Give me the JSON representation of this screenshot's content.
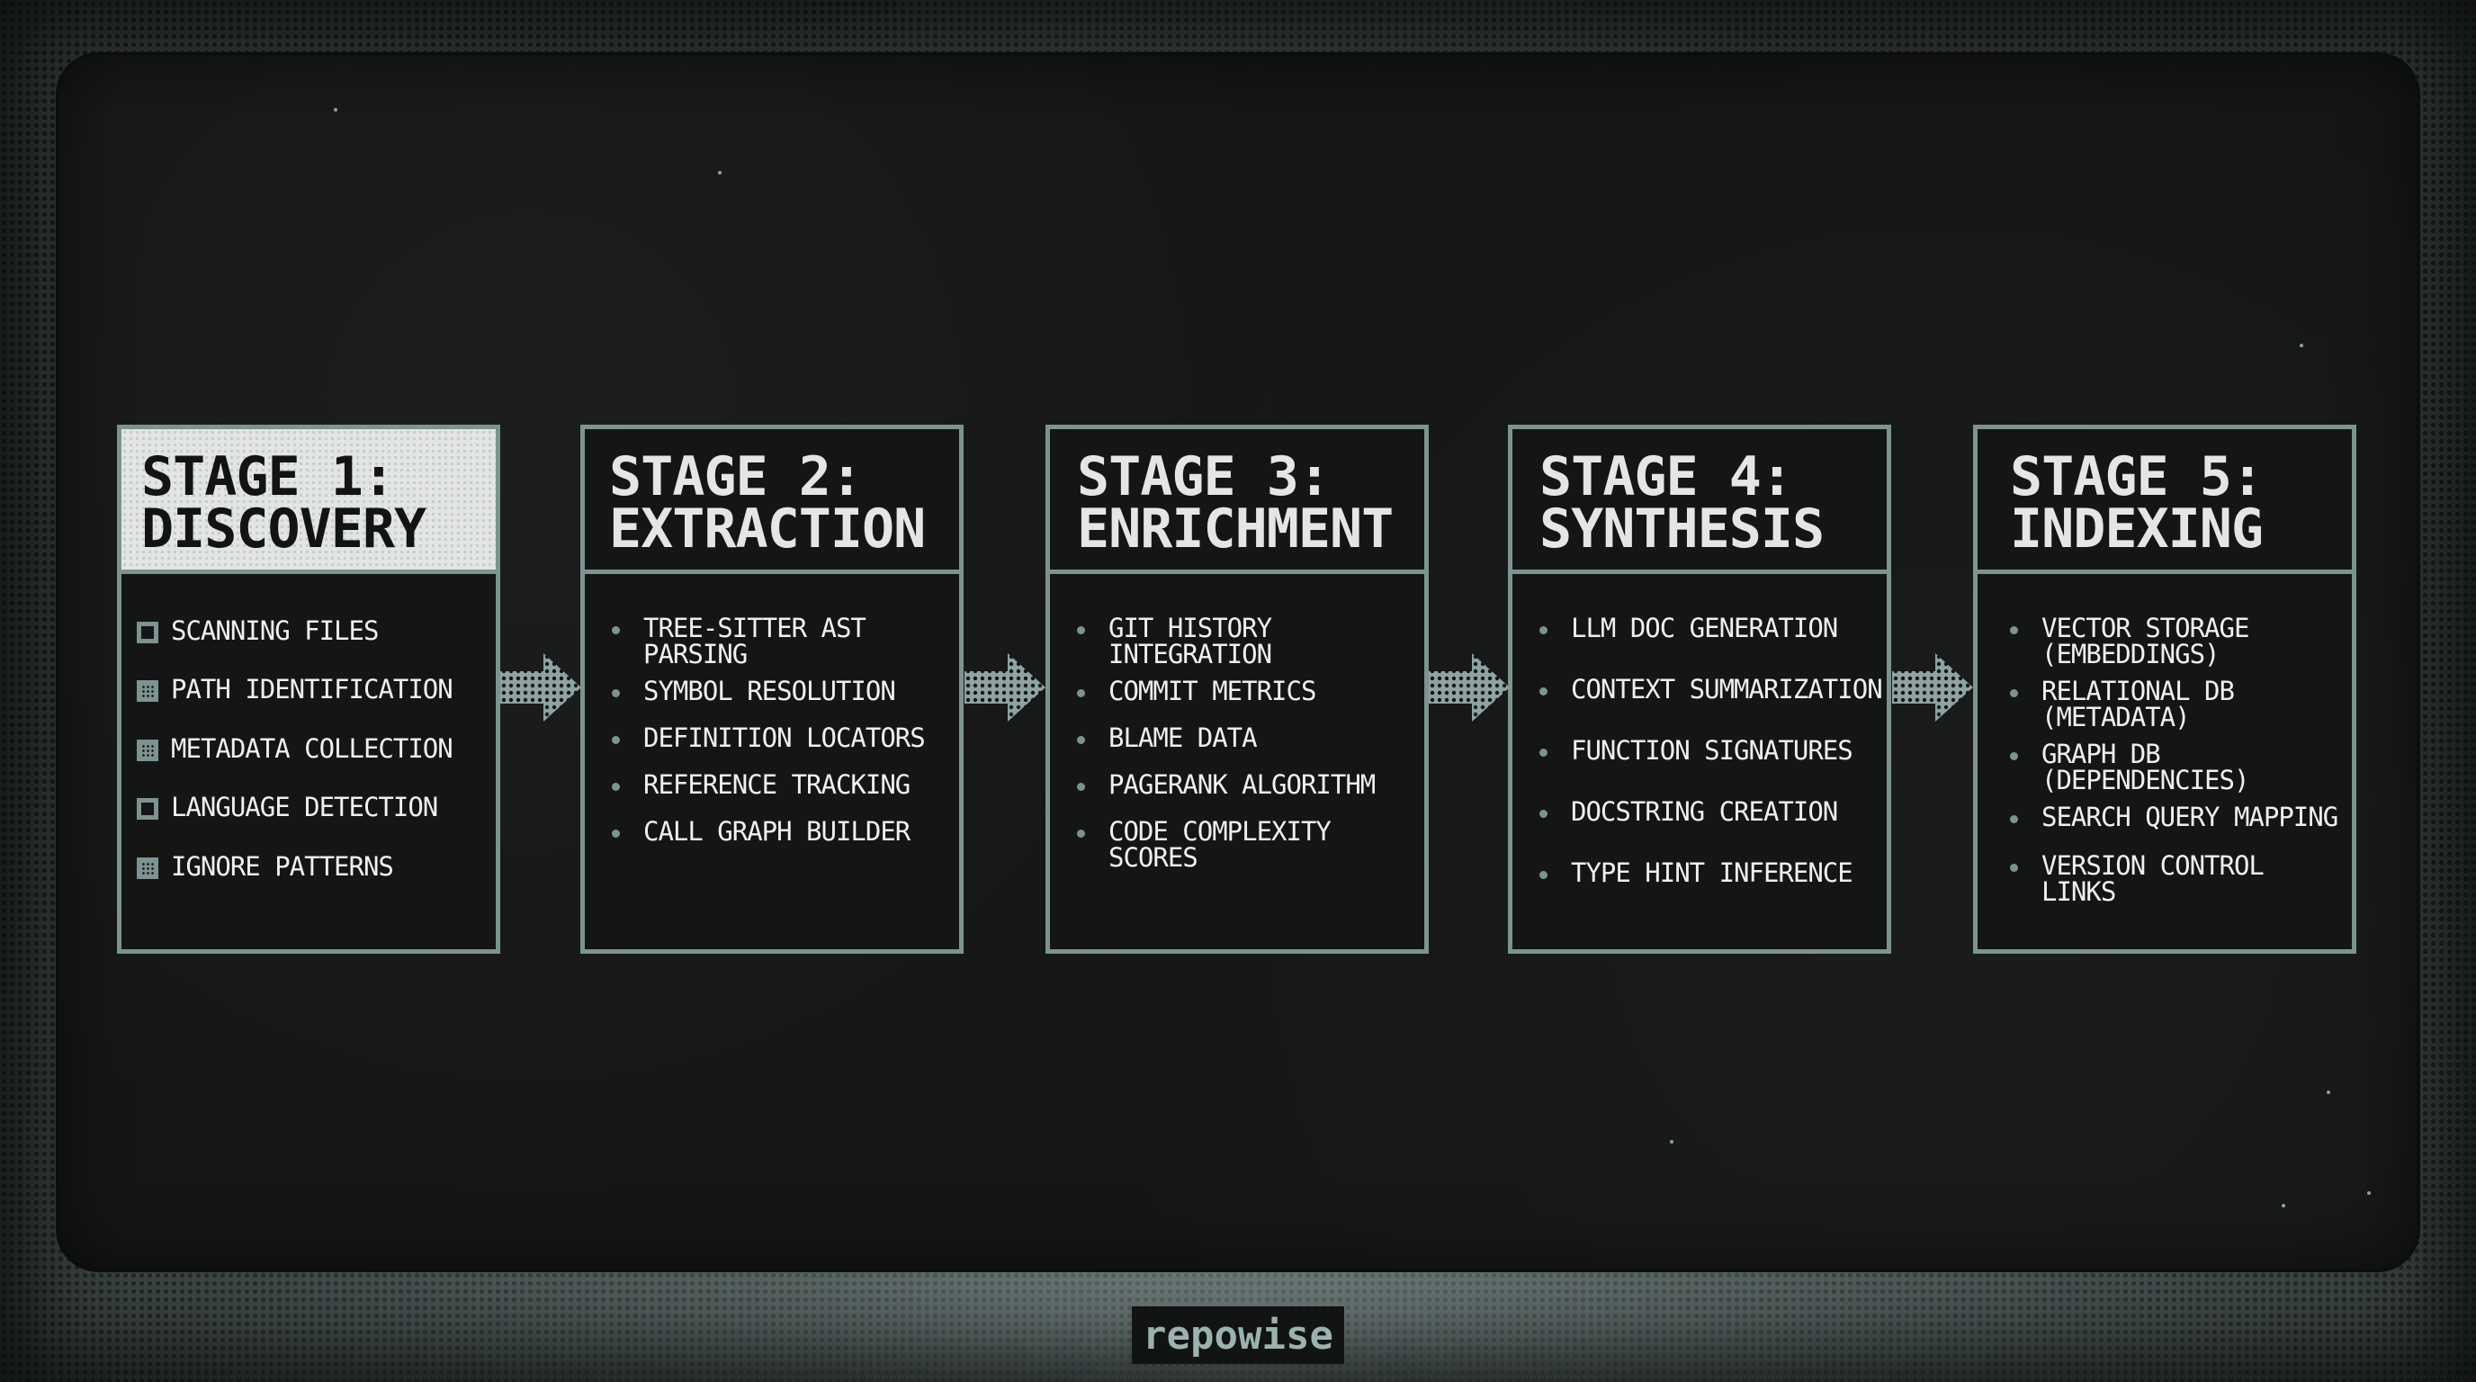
{
  "colors": {
    "accent": "#7d9391",
    "card_bg": "#141515",
    "screen_bg": "#151616",
    "text": "#eef0ef",
    "active_header_bg": "#e3e5e4",
    "brand_text": "#9bb2ae"
  },
  "stages": [
    {
      "title": "STAGE 1:\nDISCOVERY",
      "active": true,
      "item_style": "checkbox",
      "items": [
        {
          "label": "SCANNING FILES",
          "checked": false
        },
        {
          "label": "PATH IDENTIFICATION",
          "checked": true
        },
        {
          "label": "METADATA COLLECTION",
          "checked": true
        },
        {
          "label": "LANGUAGE DETECTION",
          "checked": false
        },
        {
          "label": "IGNORE PATTERNS",
          "checked": true
        }
      ]
    },
    {
      "title": "STAGE 2:\nEXTRACTION",
      "active": false,
      "item_style": "bullet",
      "items": [
        {
          "label": "TREE-SITTER AST\nPARSING"
        },
        {
          "label": "SYMBOL RESOLUTION"
        },
        {
          "label": "DEFINITION LOCATORS"
        },
        {
          "label": "REFERENCE TRACKING"
        },
        {
          "label": "CALL GRAPH BUILDER"
        }
      ]
    },
    {
      "title": "STAGE 3:\nENRICHMENT",
      "active": false,
      "item_style": "bullet",
      "items": [
        {
          "label": "GIT HISTORY\nINTEGRATION"
        },
        {
          "label": "COMMIT METRICS"
        },
        {
          "label": "BLAME DATA"
        },
        {
          "label": "PAGERANK ALGORITHM"
        },
        {
          "label": "CODE COMPLEXITY\nSCORES"
        }
      ]
    },
    {
      "title": "STAGE 4:\nSYNTHESIS",
      "active": false,
      "item_style": "bullet",
      "items": [
        {
          "label": "LLM DOC GENERATION"
        },
        {
          "label": "CONTEXT SUMMARIZATION"
        },
        {
          "label": "FUNCTION SIGNATURES"
        },
        {
          "label": "DOCSTRING CREATION"
        },
        {
          "label": "TYPE HINT INFERENCE"
        }
      ]
    },
    {
      "title": "STAGE 5:\nINDEXING",
      "active": false,
      "item_style": "bullet",
      "items": [
        {
          "label": "VECTOR STORAGE\n(EMBEDDINGS)"
        },
        {
          "label": "RELATIONAL DB\n(METADATA)"
        },
        {
          "label": "GRAPH DB\n(DEPENDENCIES)"
        },
        {
          "label": "SEARCH QUERY MAPPING"
        },
        {
          "label": "VERSION CONTROL\nLINKS"
        }
      ]
    }
  ],
  "arrows": [
    {
      "icon": "arrow-right-icon",
      "from": 1,
      "to": 2
    },
    {
      "icon": "arrow-right-icon",
      "from": 2,
      "to": 3
    },
    {
      "icon": "arrow-right-icon",
      "from": 3,
      "to": 4
    },
    {
      "icon": "arrow-right-icon",
      "from": 4,
      "to": 5
    }
  ],
  "brand": {
    "label": "repowise"
  }
}
